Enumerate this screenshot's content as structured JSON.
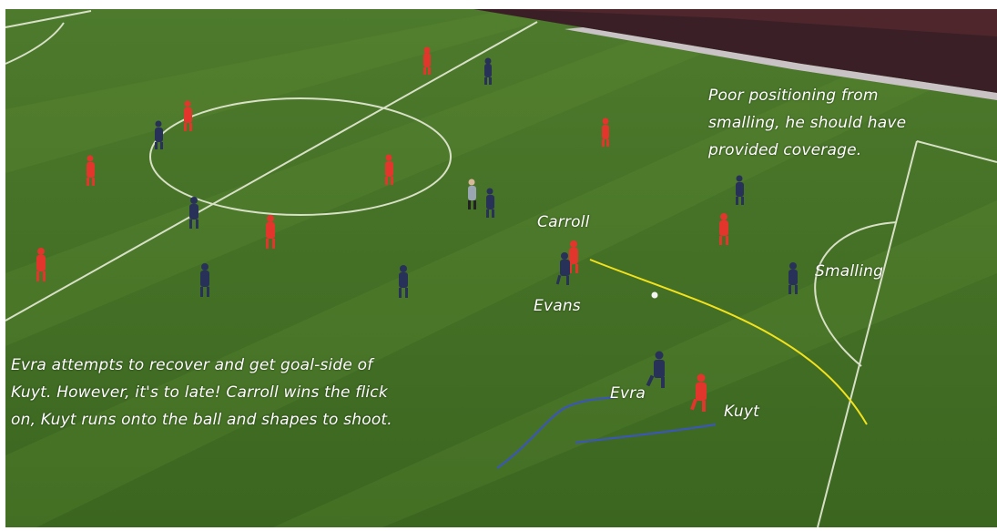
{
  "scene": {
    "pitch_color": "#3f6b23",
    "pitch_stripe_color": "#4a7a2a",
    "line_color": "#e8ecd8",
    "crowd_color": "#3a2026",
    "home_kit_color": "#e2352c",
    "away_kit_color": "#283158",
    "referee_kit_color": "#9aa7b3",
    "run_line_yellow": "#f2e21e",
    "run_line_blue": "#3c56b8"
  },
  "annotations": {
    "carroll": "Carroll",
    "evans": "Evans",
    "smalling": "Smalling",
    "evra": "Evra",
    "kuyt": "Kuyt",
    "note_top_line1": "Poor positioning from",
    "note_top_line2": "smalling, he should have",
    "note_top_line3": "provided coverage.",
    "note_bottom_line1": "Evra attempts to recover and get goal-side of",
    "note_bottom_line2": "Kuyt. However, it's to late! Carroll wins the flick",
    "note_bottom_line3": "on, Kuyt runs onto the ball and shapes to shoot."
  }
}
